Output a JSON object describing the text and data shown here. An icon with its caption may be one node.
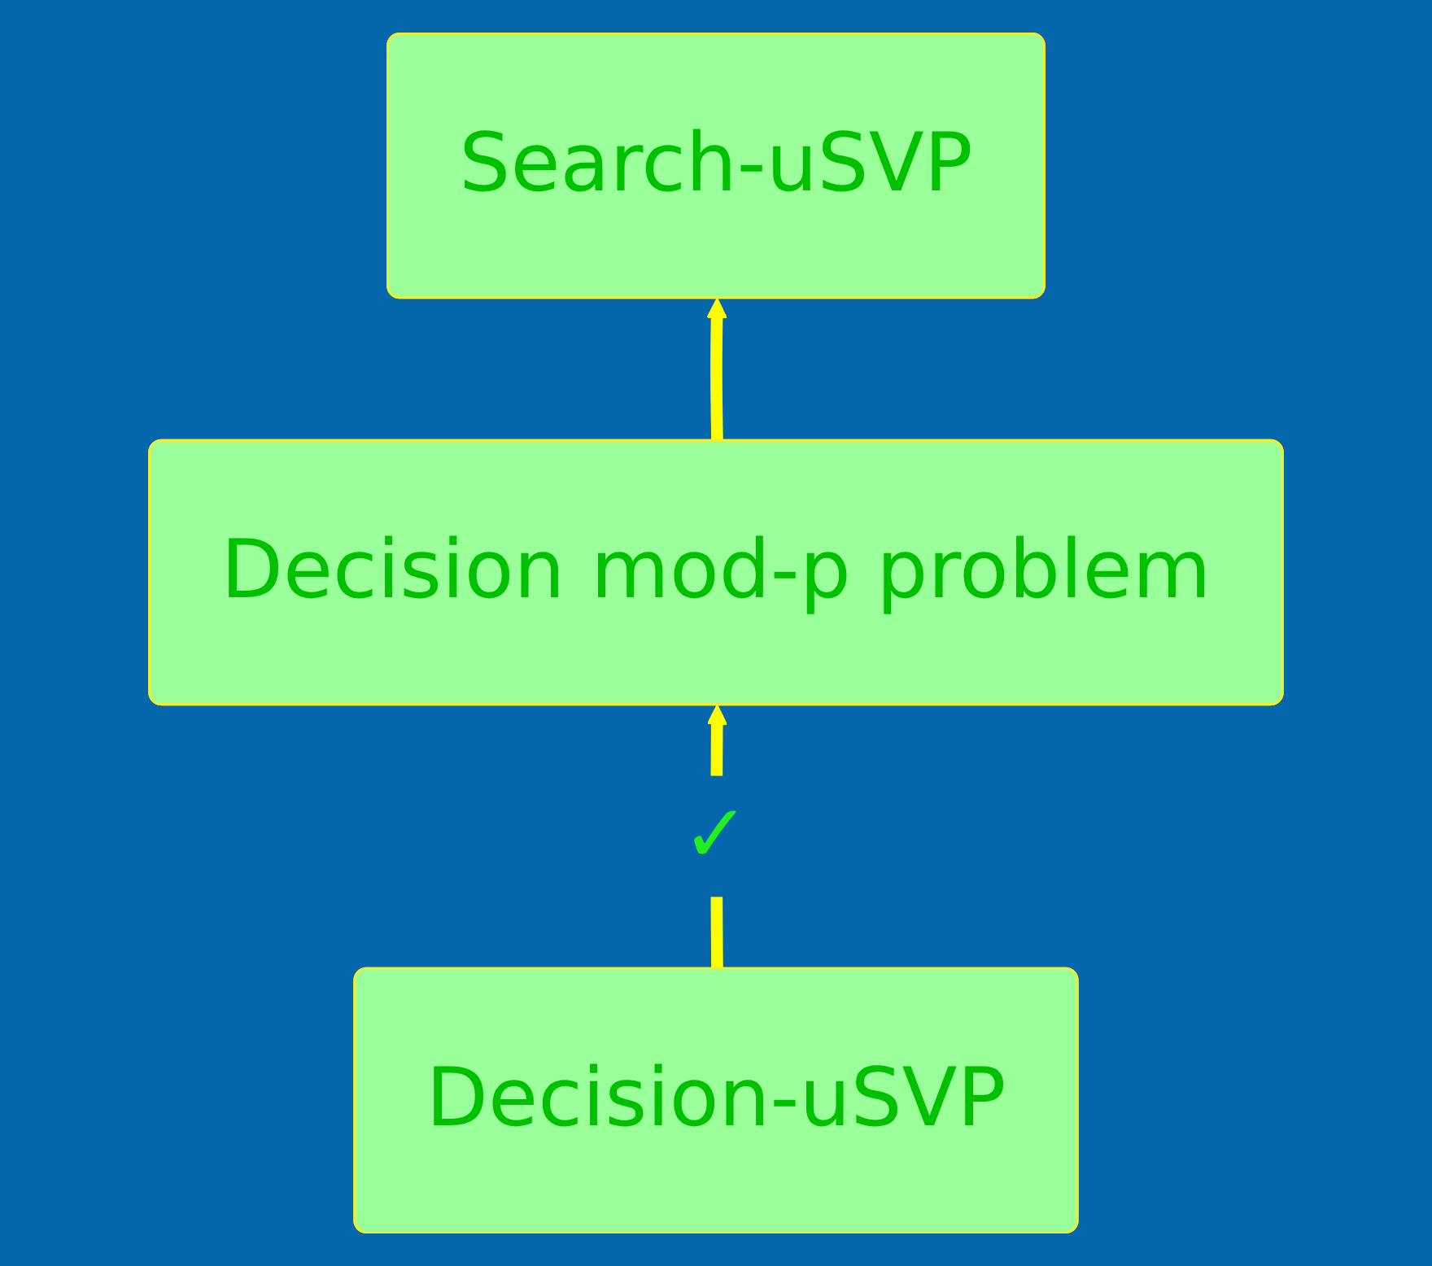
{
  "diagram": {
    "nodes": [
      {
        "text": [
          "Search-uSVP"
        ]
      },
      {
        "text": [
          "Decision mod-p problem"
        ]
      },
      {
        "text": [
          "Decision-uSVP"
        ]
      }
    ],
    "edges": [
      {
        "from": 1,
        "to": 0,
        "arrow": "to"
      },
      {
        "from": 2,
        "to": 1,
        "arrow": "to",
        "label": "✓"
      }
    ]
  }
}
